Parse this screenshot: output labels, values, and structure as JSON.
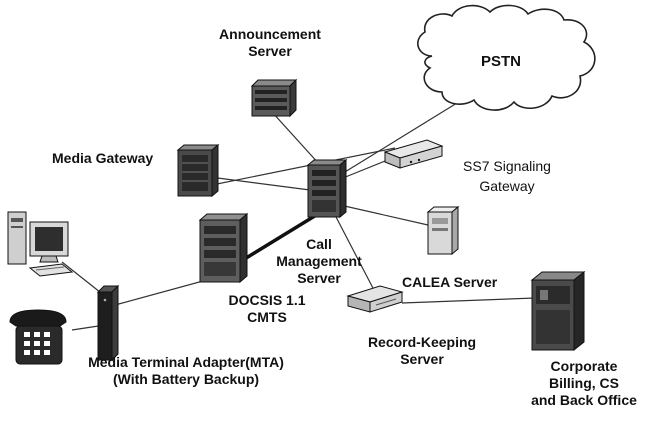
{
  "labels": {
    "announcement_server_1": "Announcement",
    "announcement_server_2": "Server",
    "pstn": "PSTN",
    "media_gateway": "Media Gateway",
    "ss7_gateway_1": "SS7 Signaling",
    "ss7_gateway_2": "Gateway",
    "call_mgmt_1": "Call",
    "call_mgmt_2": "Management",
    "call_mgmt_3": "Server",
    "calea_server": "CALEA Server",
    "docsis_1": "DOCSIS 1.1",
    "docsis_2": "CMTS",
    "record_keeping_1": "Record-Keeping",
    "record_keeping_2": "Server",
    "mta_1": "Media Terminal Adapter(MTA)",
    "mta_2": "(With Battery Backup)",
    "corporate_1": "Corporate",
    "corporate_2": "Billing, CS",
    "corporate_3": "and Back Office"
  },
  "nodes": [
    {
      "id": "announcement-server-icon",
      "label": "Announcement Server"
    },
    {
      "id": "pstn-cloud",
      "label": "PSTN"
    },
    {
      "id": "media-gateway-icon",
      "label": "Media Gateway"
    },
    {
      "id": "ss7-gateway-icon",
      "label": "SS7 Signaling Gateway"
    },
    {
      "id": "call-management-server-icon",
      "label": "Call Management Server"
    },
    {
      "id": "calea-server-icon",
      "label": "CALEA Server"
    },
    {
      "id": "cmts-icon",
      "label": "DOCSIS 1.1 CMTS"
    },
    {
      "id": "record-keeping-server-icon",
      "label": "Record-Keeping Server"
    },
    {
      "id": "mta-icon",
      "label": "Media Terminal Adapter(MTA)"
    },
    {
      "id": "telephone-icon",
      "label": ""
    },
    {
      "id": "pc-icon",
      "label": ""
    },
    {
      "id": "corporate-office-icon",
      "label": "Corporate Billing, CS and Back Office"
    }
  ]
}
